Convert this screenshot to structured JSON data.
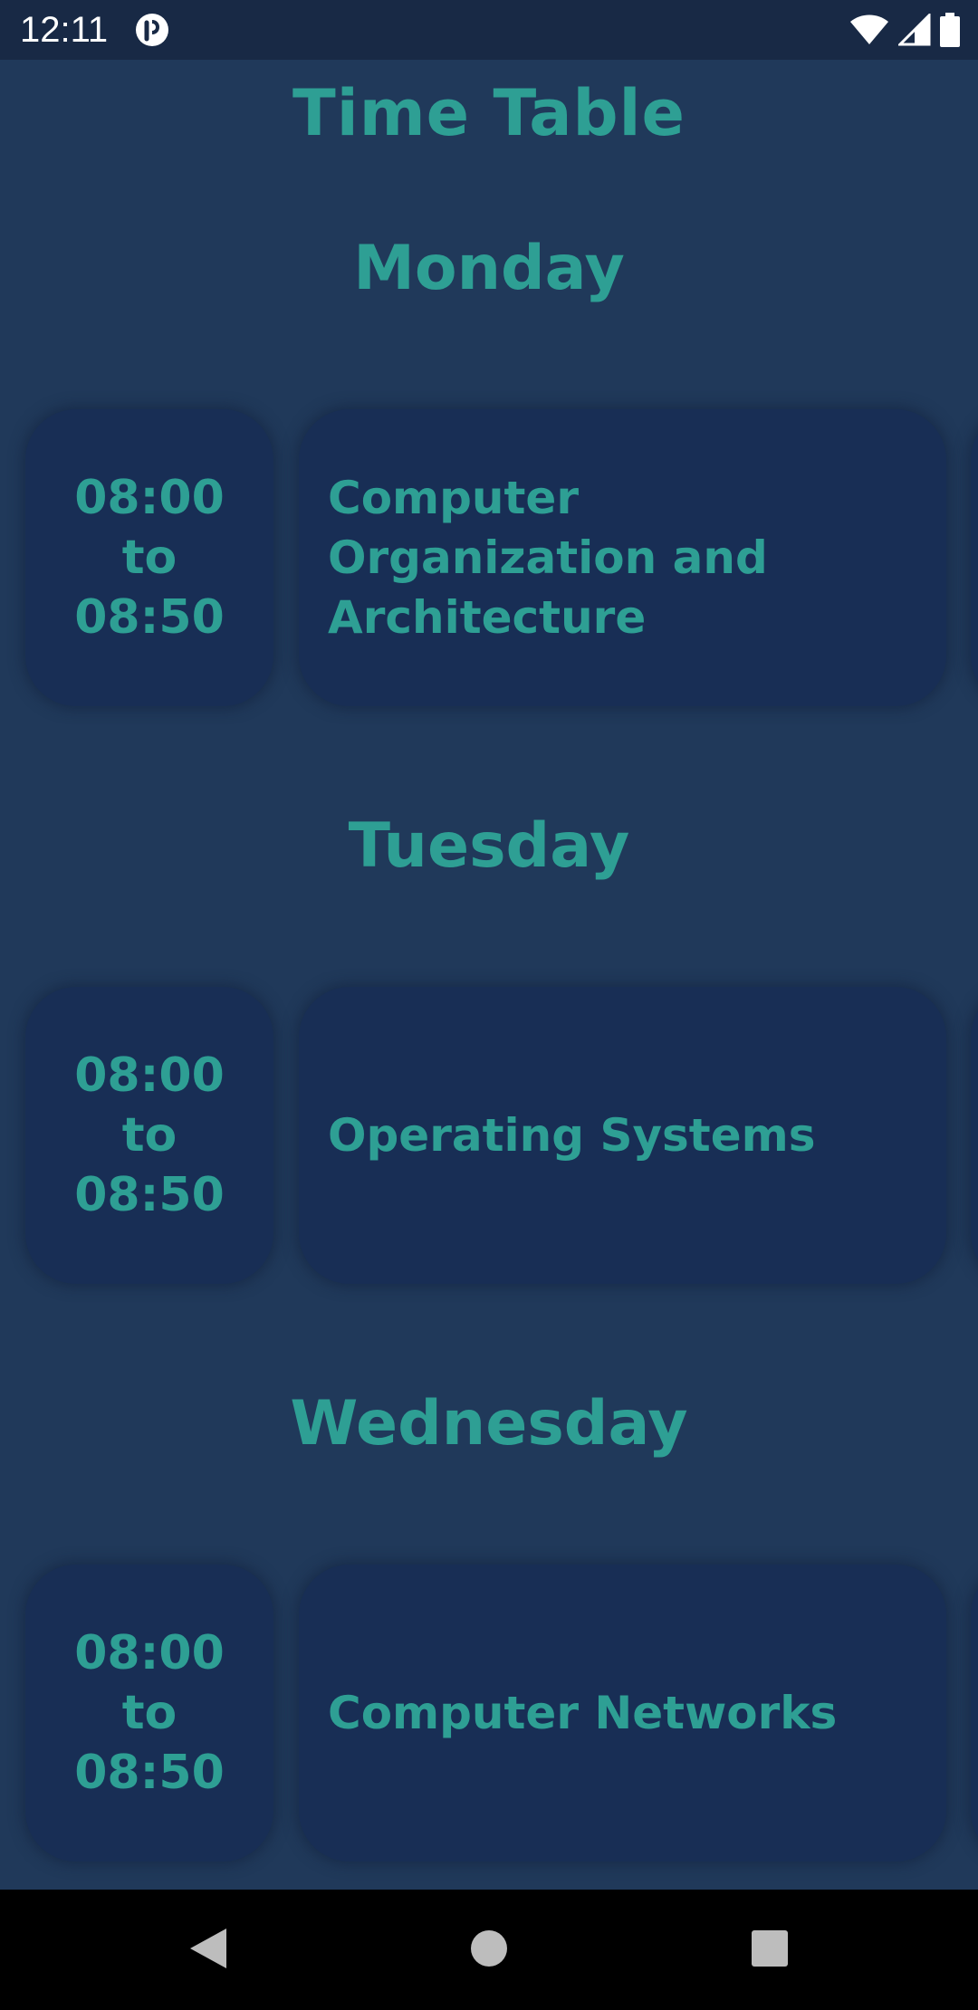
{
  "status_bar": {
    "time": "12:11",
    "icons": [
      "app-notification-icon",
      "wifi-icon",
      "cell-signal-icon",
      "battery-icon"
    ]
  },
  "app": {
    "title": "Time Table"
  },
  "days": [
    {
      "name": "Monday",
      "entries": [
        {
          "start": "08:00",
          "separator": "to",
          "end": "08:50",
          "subject": "Computer Organization and Architecture"
        }
      ]
    },
    {
      "name": "Tuesday",
      "entries": [
        {
          "start": "08:00",
          "separator": "to",
          "end": "08:50",
          "subject": "Operating Systems"
        }
      ]
    },
    {
      "name": "Wednesday",
      "entries": [
        {
          "start": "08:00",
          "separator": "to",
          "end": "08:50",
          "subject": "Computer Networks"
        }
      ]
    }
  ],
  "nav_bar": {
    "icons": [
      "back-icon",
      "home-icon",
      "recents-icon"
    ]
  },
  "colors": {
    "background": "#20395a",
    "card": "#182e55",
    "accent": "#2e9f94",
    "status_bar": "#182945",
    "nav_bar": "#000000"
  }
}
